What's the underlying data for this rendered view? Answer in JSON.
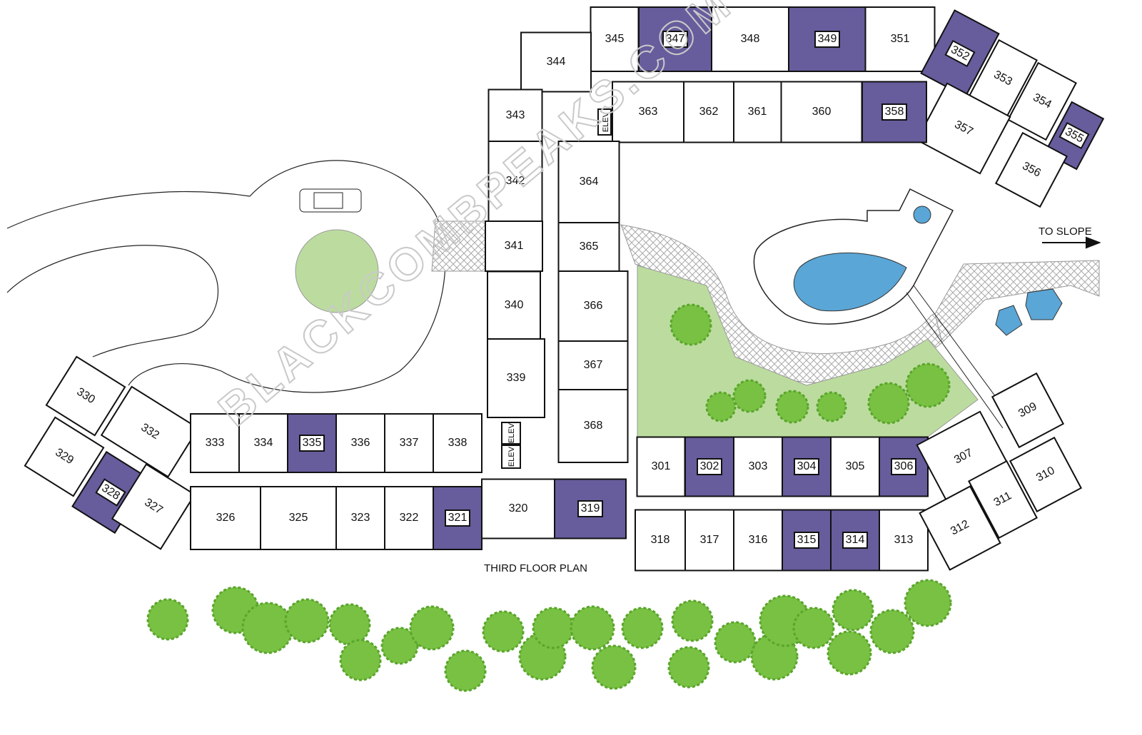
{
  "plan": {
    "title": "THIRD FLOOR PLAN",
    "to_slope": "TO SLOPE",
    "elevator_label": "ELEV",
    "watermark": "BLACKCOMBPEAKS.COM",
    "colors": {
      "highlight": "#675c9c",
      "garden": "#bcdc9f",
      "tree": "#78c142",
      "pool": "#5aa6d6",
      "unit": "#ffffff"
    },
    "units": [
      {
        "number": "345",
        "highlighted": false
      },
      {
        "number": "347",
        "highlighted": true
      },
      {
        "number": "348",
        "highlighted": false
      },
      {
        "number": "349",
        "highlighted": true
      },
      {
        "number": "351",
        "highlighted": false
      },
      {
        "number": "352",
        "highlighted": true
      },
      {
        "number": "353",
        "highlighted": false
      },
      {
        "number": "354",
        "highlighted": false
      },
      {
        "number": "355",
        "highlighted": true
      },
      {
        "number": "356",
        "highlighted": false
      },
      {
        "number": "357",
        "highlighted": false
      },
      {
        "number": "358",
        "highlighted": true
      },
      {
        "number": "360",
        "highlighted": false
      },
      {
        "number": "361",
        "highlighted": false
      },
      {
        "number": "362",
        "highlighted": false
      },
      {
        "number": "363",
        "highlighted": false
      },
      {
        "number": "344",
        "highlighted": false
      },
      {
        "number": "343",
        "highlighted": false
      },
      {
        "number": "342",
        "highlighted": false
      },
      {
        "number": "341",
        "highlighted": false
      },
      {
        "number": "340",
        "highlighted": false
      },
      {
        "number": "339",
        "highlighted": false
      },
      {
        "number": "364",
        "highlighted": false
      },
      {
        "number": "365",
        "highlighted": false
      },
      {
        "number": "366",
        "highlighted": false
      },
      {
        "number": "367",
        "highlighted": false
      },
      {
        "number": "368",
        "highlighted": false
      },
      {
        "number": "330",
        "highlighted": false
      },
      {
        "number": "332",
        "highlighted": false
      },
      {
        "number": "329",
        "highlighted": false
      },
      {
        "number": "328",
        "highlighted": true
      },
      {
        "number": "327",
        "highlighted": false
      },
      {
        "number": "333",
        "highlighted": false
      },
      {
        "number": "334",
        "highlighted": false
      },
      {
        "number": "335",
        "highlighted": true
      },
      {
        "number": "336",
        "highlighted": false
      },
      {
        "number": "337",
        "highlighted": false
      },
      {
        "number": "338",
        "highlighted": false
      },
      {
        "number": "326",
        "highlighted": false
      },
      {
        "number": "325",
        "highlighted": false
      },
      {
        "number": "323",
        "highlighted": false
      },
      {
        "number": "322",
        "highlighted": false
      },
      {
        "number": "321",
        "highlighted": true
      },
      {
        "number": "320",
        "highlighted": false
      },
      {
        "number": "319",
        "highlighted": true
      },
      {
        "number": "301",
        "highlighted": false
      },
      {
        "number": "302",
        "highlighted": true
      },
      {
        "number": "303",
        "highlighted": false
      },
      {
        "number": "304",
        "highlighted": true
      },
      {
        "number": "305",
        "highlighted": false
      },
      {
        "number": "306",
        "highlighted": true
      },
      {
        "number": "307",
        "highlighted": false
      },
      {
        "number": "318",
        "highlighted": false
      },
      {
        "number": "317",
        "highlighted": false
      },
      {
        "number": "316",
        "highlighted": false
      },
      {
        "number": "315",
        "highlighted": true
      },
      {
        "number": "314",
        "highlighted": true
      },
      {
        "number": "313",
        "highlighted": false
      },
      {
        "number": "312",
        "highlighted": false
      },
      {
        "number": "311",
        "highlighted": false
      },
      {
        "number": "310",
        "highlighted": false
      },
      {
        "number": "309",
        "highlighted": false
      }
    ]
  }
}
